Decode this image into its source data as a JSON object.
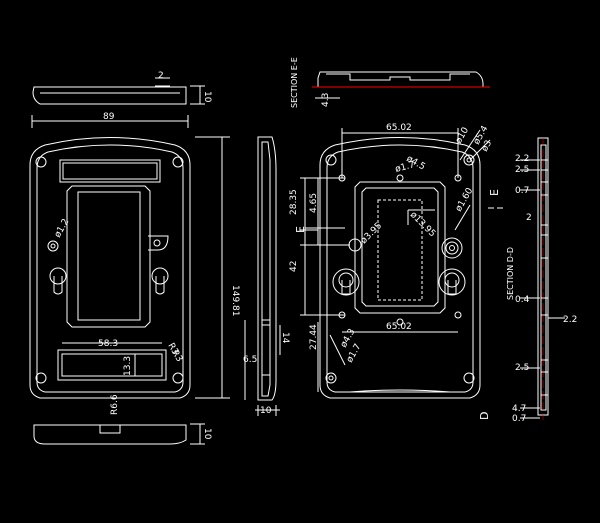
{
  "drawing": {
    "front_view": {
      "width_dim": "89",
      "height_dim": "149.81",
      "top_thick": "2",
      "top_edge_dim": "10",
      "bottom_edge_dim": "10",
      "hole_dim": "ø1.2",
      "label_width": "58.3",
      "label_height": "13.3",
      "corner_r1": "R3",
      "corner_r2": "R3",
      "bottom_radius": "R6.6"
    },
    "side_view": {
      "height_a": "6.5",
      "height_b": "14",
      "thickness": "10"
    },
    "back_view": {
      "section_ee_label": "SECTION E-E",
      "section_ee_dim": "4.3",
      "top_width": "65.02",
      "bottom_width": "65.02",
      "dim_2835": "28.35",
      "dim_465": "4.65",
      "dim_42": "42",
      "dim_2744": "27.44",
      "boss_d1": "ø4.3",
      "boss_d2": "ø1.7",
      "boss_d3": "ø4.5",
      "boss_d4": "ø1.7",
      "corner_d1": "ø10",
      "corner_d2": "ø5.4",
      "corner_d3": "ø3",
      "corner_d4": "ø1.60",
      "center_d1": "ø3.95",
      "center_d2": "ø13.95",
      "mark_e_left": "E",
      "mark_e_right": "E",
      "mark_d": "D"
    },
    "section_dd": {
      "label": "SECTION D-D",
      "d1": "2.2",
      "d2": "2.5",
      "d3": "0.7",
      "d4": "2",
      "d5": "0.4",
      "d6": "2.2",
      "d7": "2.5",
      "d8": "4.7",
      "d9": "0.7"
    }
  },
  "colors": {
    "line": "#ffffff",
    "background": "#000000",
    "section_cut": "#ff0000"
  }
}
